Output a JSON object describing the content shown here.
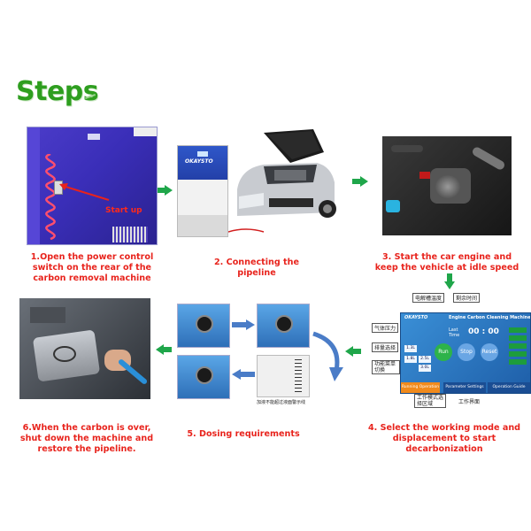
{
  "title": "Steps",
  "steps": [
    {
      "label": "1.Open the power control switch on the rear of the carbon removal machine"
    },
    {
      "label": "2. Connecting the pipeline"
    },
    {
      "label": "3. Start the car engine and keep the vehicle at idle speed"
    },
    {
      "label": "4. Select the working mode and displacement to start decarbonization"
    },
    {
      "label": "5. Dosing requirements"
    },
    {
      "label": "6.When the carbon is over, shut down the machine and restore the pipeline."
    }
  ],
  "callouts": {
    "start_up": "Start up"
  },
  "machine": {
    "brand": "OKAYSTO"
  },
  "screen": {
    "header": "Engine Carbon Cleaning Machine",
    "time_label": "Last Time",
    "time_value": "00 : 00",
    "run": "Run",
    "stop": "Stop",
    "reset": "Reset",
    "btn_13": "1.3L",
    "btn_18": "1.8L",
    "btn_25": "2.5L",
    "btn_30": "3.0L",
    "tab1": "Running Operation",
    "tab2": "Parameter Settings",
    "tab3": "Operation Guide",
    "cn_gas": "气体压力",
    "cn_temp": "电解槽温度",
    "cn_remain": "剩余时间",
    "cn_disp": "排量选择",
    "cn_mode": "功能菜单切换",
    "cn_work": "工作模式选择区域",
    "cn_page": "工作界面"
  },
  "dosing": {
    "caption_bottom": "加液不能超过液面警示线"
  }
}
